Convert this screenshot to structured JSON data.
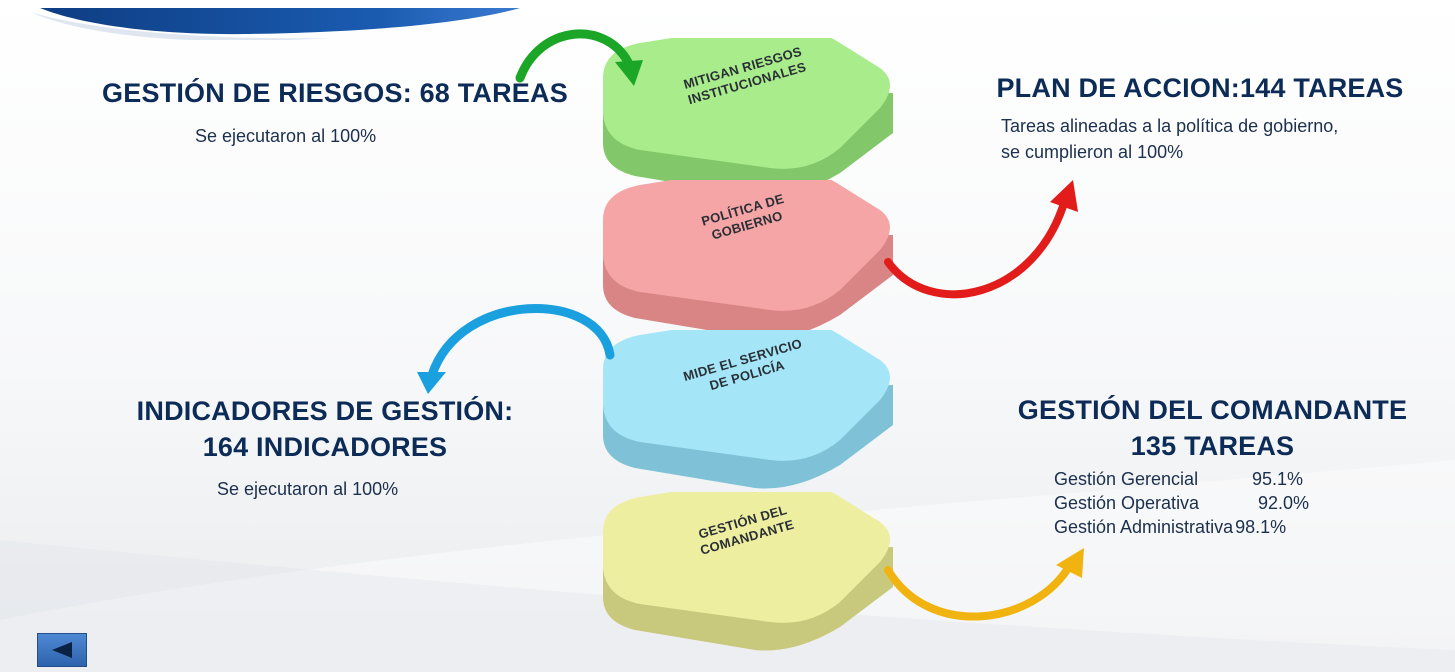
{
  "slide": {
    "risk": {
      "title": "GESTIÓN DE RIESGOS: 68 TAREAS",
      "subtitle": "Se ejecutaron al 100%"
    },
    "plan": {
      "title": "PLAN DE ACCION:144 TAREAS",
      "description_line1": "Tareas alineadas a la política de gobierno,",
      "description_line2": "se cumplieron al 100%"
    },
    "indicators": {
      "title_line1": "INDICADORES DE GESTIÓN:",
      "title_line2": "164 INDICADORES",
      "subtitle": "Se ejecutaron al 100%"
    },
    "commander": {
      "title_line1": "GESTIÓN DEL COMANDANTE",
      "title_line2": "135 TAREAS",
      "stats": [
        {
          "name": "Gestión Gerencial",
          "value": "95.1%"
        },
        {
          "name": "Gestión Operativa",
          "value": "92.0%"
        },
        {
          "name": "Gestión Administrativa",
          "value": "98.1%"
        }
      ]
    },
    "blocks": [
      {
        "line1": "MITIGAN RIESGOS",
        "line2": "INSTITUCIONALES",
        "color": "#a9ec8c"
      },
      {
        "line1": "POLÍTICA DE",
        "line2": "GOBIERNO",
        "color": "#f5a5a5"
      },
      {
        "line1": "MIDE EL SERVICIO",
        "line2": "DE POLICÍA",
        "color": "#a4e6f7"
      },
      {
        "line1": "GESTIÓN DEL",
        "line2": "COMANDANTE",
        "color": "#eeeea0"
      }
    ],
    "arrow_colors": {
      "green": "#1ca628",
      "red": "#e21b1b",
      "blue": "#1aa0de",
      "gold": "#f1b30f"
    },
    "back_button_icon": "left-triangle-icon"
  }
}
